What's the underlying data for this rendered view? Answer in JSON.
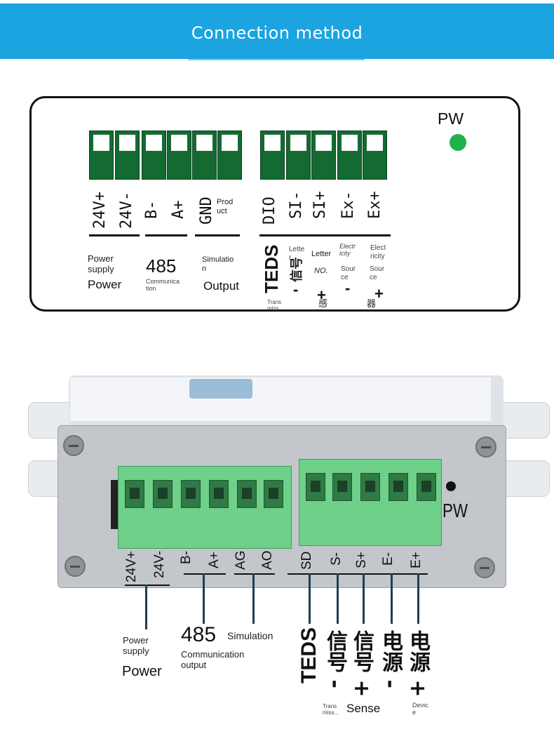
{
  "header": {
    "title": "Connection method"
  },
  "top_panel": {
    "pw_label": "PW",
    "terminals_left": [
      "24V+",
      "24V-",
      "B-",
      "A+",
      "GND"
    ],
    "terminals_right": [
      "DIO",
      "SI-",
      "SI+",
      "Ex-",
      "Ex+"
    ],
    "product_note": "Prod\nuct",
    "power_supply": "Power\nsupply",
    "power": "Power",
    "label_485": "485",
    "communication": "Communica\ntion",
    "simulation": "Simulatio\nn",
    "output": "Output",
    "teds": "TEDS",
    "letter_1": "Lette\nr",
    "letter_2": "Letter",
    "no_label": "NO.",
    "electricity_1": "Electr\nicity",
    "electricity_2": "Elect\nricity",
    "source_1": "Sour\nce",
    "source_2": "Sour\nce",
    "trans": "Trans\nmiss...",
    "xin_hao": "信号",
    "gan": "感",
    "qi": "器",
    "sign_minus_1": "-",
    "sign_plus_1": "+",
    "sign_minus_2": "-",
    "sign_plus_2": "+"
  },
  "device": {
    "pw_label": "PW",
    "labels": [
      "24V+",
      "24V-",
      "B-",
      "A+",
      "AG",
      "AO",
      "SD",
      "S-",
      "S+",
      "E-",
      "E+"
    ],
    "power_supply": "Power\nsupply",
    "power": "Power",
    "label_485": "485",
    "simulation": "Simulation",
    "communication_output": "Communication\noutput",
    "teds": "TEDS",
    "xinhao_minus": "信号 -",
    "xinhao_plus": "信号 +",
    "dianyuan_minus": "电源 -",
    "dianyuan_plus": "电源 +",
    "trans": "Trans\nmiss...",
    "sense": "Sense",
    "device": "Devic\ne"
  },
  "colors": {
    "banner": "#1ba4e0",
    "terminal_dark": "#136b32",
    "terminal_block": "#6fd08a",
    "pw_led": "#1fb24a"
  }
}
